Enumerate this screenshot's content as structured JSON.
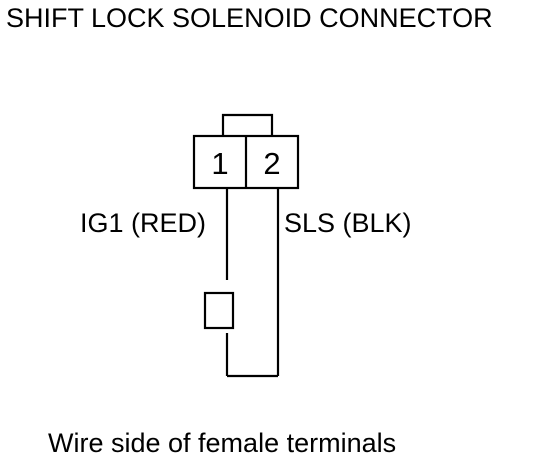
{
  "title": "SHIFT LOCK SOLENOID CONNECTOR",
  "connector": {
    "pins": [
      "1",
      "2"
    ]
  },
  "wires": {
    "left_label": "IG1 (RED)",
    "right_label": "SLS (BLK)"
  },
  "caption": "Wire side of female terminals"
}
